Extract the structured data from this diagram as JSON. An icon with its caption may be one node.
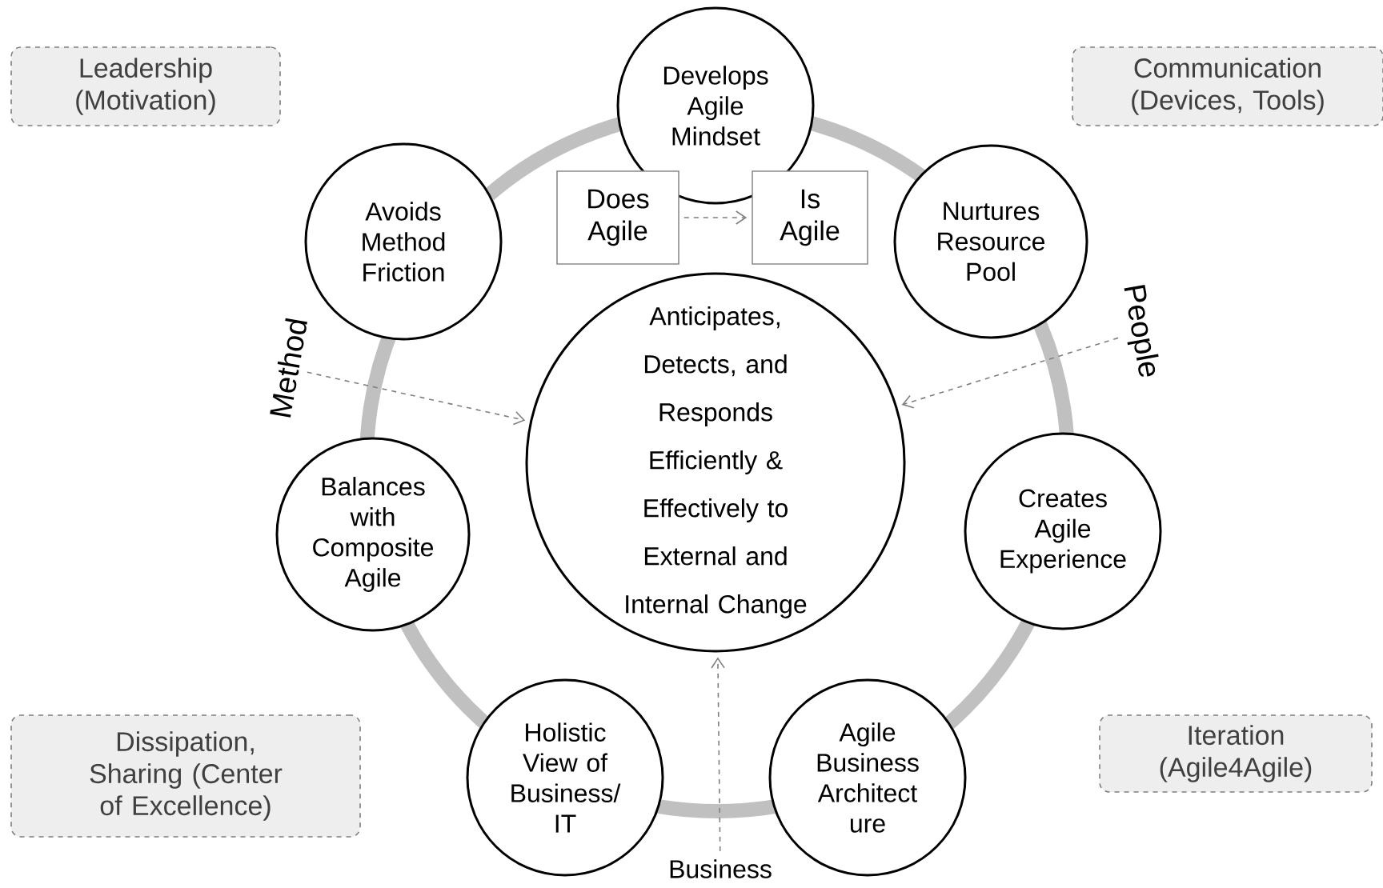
{
  "diagram": {
    "nodes": [
      {
        "text": [
          "Leadership (Motivation)"
        ]
      },
      {
        "text": [
          "Communication (Devices, Tools)"
        ]
      },
      {
        "text": [
          "Develops Agile Mindset"
        ]
      },
      {
        "text": [
          "Avoids Method Friction"
        ]
      },
      {
        "text": [
          "Nurtures Resource Pool"
        ]
      },
      {
        "text": [
          "Does Agile"
        ]
      },
      {
        "text": [
          "Is Agile"
        ]
      },
      {
        "text": [
          "Anticipates, Detects, and Responds Efficiently & Effectively to External and Internal Change"
        ]
      },
      {
        "text": [
          "Balances with Composite Agile"
        ]
      },
      {
        "text": [
          "Creates Agile Experience"
        ]
      },
      {
        "text": [
          "Holistic View of Business/ IT"
        ]
      },
      {
        "text": [
          "Agile Business Architect ure"
        ]
      },
      {
        "text": [
          "Dissipation, Sharing (Center of Excellence)"
        ]
      },
      {
        "text": [
          "Iteration (Agile4Agile)"
        ]
      },
      {
        "text": [
          "Method"
        ]
      },
      {
        "text": [
          "People"
        ]
      },
      {
        "text": [
          "Business"
        ]
      }
    ],
    "edges": [
      {
        "from": 5,
        "to": 6,
        "arrow": "to",
        "style": "dashed"
      },
      {
        "from": 14,
        "to": 7,
        "arrow": "to",
        "style": "dashed"
      },
      {
        "from": 15,
        "to": 7,
        "arrow": "to",
        "style": "dashed"
      },
      {
        "from": 16,
        "to": 7,
        "arrow": "to",
        "style": "dashed"
      }
    ]
  }
}
